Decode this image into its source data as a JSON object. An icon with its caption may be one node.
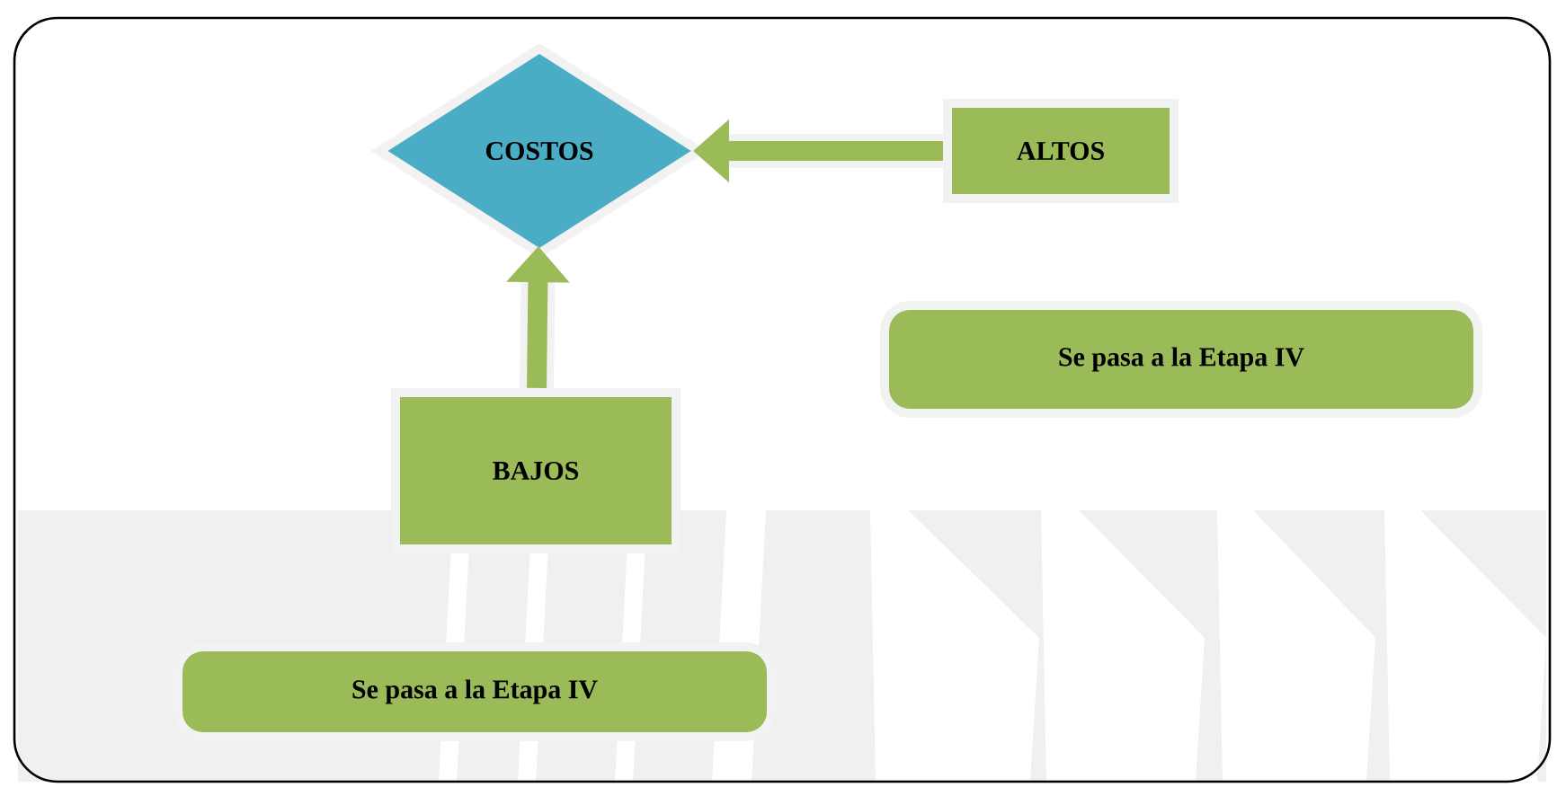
{
  "diagram": {
    "nodes": [
      {
        "text": [
          "COSTOS"
        ]
      },
      {
        "text": [
          "ALTOS"
        ]
      },
      {
        "text": [
          "Se pasa a la Etapa IV"
        ]
      },
      {
        "text": [
          "BAJOS"
        ]
      },
      {
        "text": [
          "Se pasa a la Etapa IV"
        ]
      }
    ],
    "edges": [
      {
        "from": 1,
        "to": 0,
        "arrow": "to"
      },
      {
        "from": 3,
        "to": 0,
        "arrow": "to"
      }
    ]
  }
}
